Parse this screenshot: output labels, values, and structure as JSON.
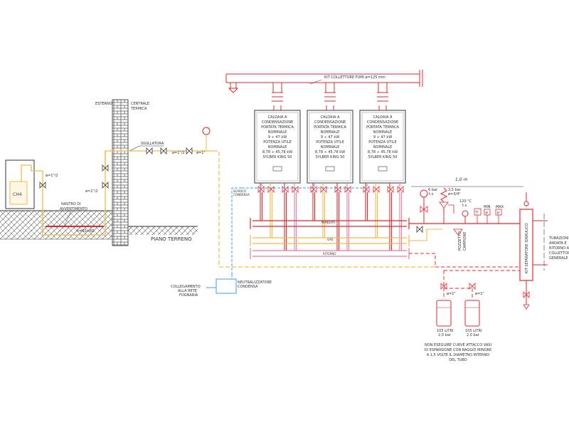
{
  "labels": {
    "esterno": "ESTERNO",
    "centrale": [
      "CENTRALE",
      "TERMICA"
    ],
    "sigillatura": "SIGILLATURA",
    "ch4": "CH4",
    "d_gas1": "ø=1\"/2",
    "d_gas2": "ø=1\"/2",
    "d_gas3": "ø=1\"/2",
    "d_gas4": "ø=1\"",
    "nastro": [
      "NASTRO DI",
      "AVVERTIMENTO"
    ],
    "depth": "h=50÷60",
    "piano": "PIANO TERRENO",
    "collettore_fumi": "KIT COLLETTORE FUMI ø=125 mm",
    "scarico": [
      "SCARICO",
      "CONDENSA"
    ],
    "mandata": "MANDATA",
    "gas": "GAS",
    "ritorno": "RITORNO",
    "collegamento": [
      "COLLEGAMENTO",
      "ALLA RETE",
      "FOGNARIA"
    ],
    "neutralizzatore": [
      "NEUTRALIZZATORE",
      "CONDENSA"
    ],
    "dist": "1,0 m",
    "bar6": [
      "6 bar",
      "t.s."
    ],
    "bar35": [
      "3,5 bar",
      "ø=3/4\""
    ],
    "temp120": [
      "120 °C",
      "t.s."
    ],
    "pozzetto": [
      "POZZETTO",
      "CAMPIONE"
    ],
    "tt": "TT",
    "min": "MIN",
    "max": "MAX",
    "pmin": "P",
    "pmax": "P",
    "separatore": "KIT SEPARATORE IDRAULICO",
    "tubazioni": [
      "TUBAZIONI",
      "ANDATA E",
      "RITORNO AL",
      "COLLETTORE",
      "GENERALE"
    ],
    "exp1": "ø=1\"",
    "exp2": "ø=1\"",
    "vaso1": [
      "105 LITRI",
      "2,0 bar"
    ],
    "vaso2": [
      "105 LITRI",
      "2,0 bar"
    ],
    "note": [
      "NON ESEGUIRE CURVE ATTACCO VASI",
      "DI ESPANSIONE CON RAGGIO MINORE",
      "A 1,5 VOLTE IL DIAMETRO INTERNO",
      "DEL TUBO"
    ]
  },
  "boilers": [
    {
      "lines": [
        "CALDAIA A",
        "CONDENSAZIONE",
        "PORTATA TERMICA",
        "NOMINALE",
        "9 ÷ 47 kW",
        "POTENZA UTILE",
        "NOMINALE",
        "8,78 ÷ 45,78 kW",
        "SYLBER KING 50"
      ]
    },
    {
      "lines": [
        "CALDAIA A",
        "CONDENSAZIONE",
        "PORTATA TERMICA",
        "NOMINALE",
        "9 ÷ 47 kW",
        "POTENZA UTILE",
        "NOMINALE",
        "8,78 ÷ 45,78 kW",
        "SYLBER KING 50"
      ]
    },
    {
      "lines": [
        "CALDAIA A",
        "CONDENSAZIONE",
        "PORTATA TERMICA",
        "NOMINALE",
        "9 ÷ 47 kW",
        "POTENZA UTILE",
        "NOMINALE",
        "8,78 ÷ 45,78 kW",
        "SYLBER KING 50"
      ]
    }
  ],
  "colors": {
    "red": "#e8262a",
    "gas": "#f4b942",
    "blue": "#3aa3e8",
    "pink": "#e879a8",
    "line": "#555555"
  }
}
